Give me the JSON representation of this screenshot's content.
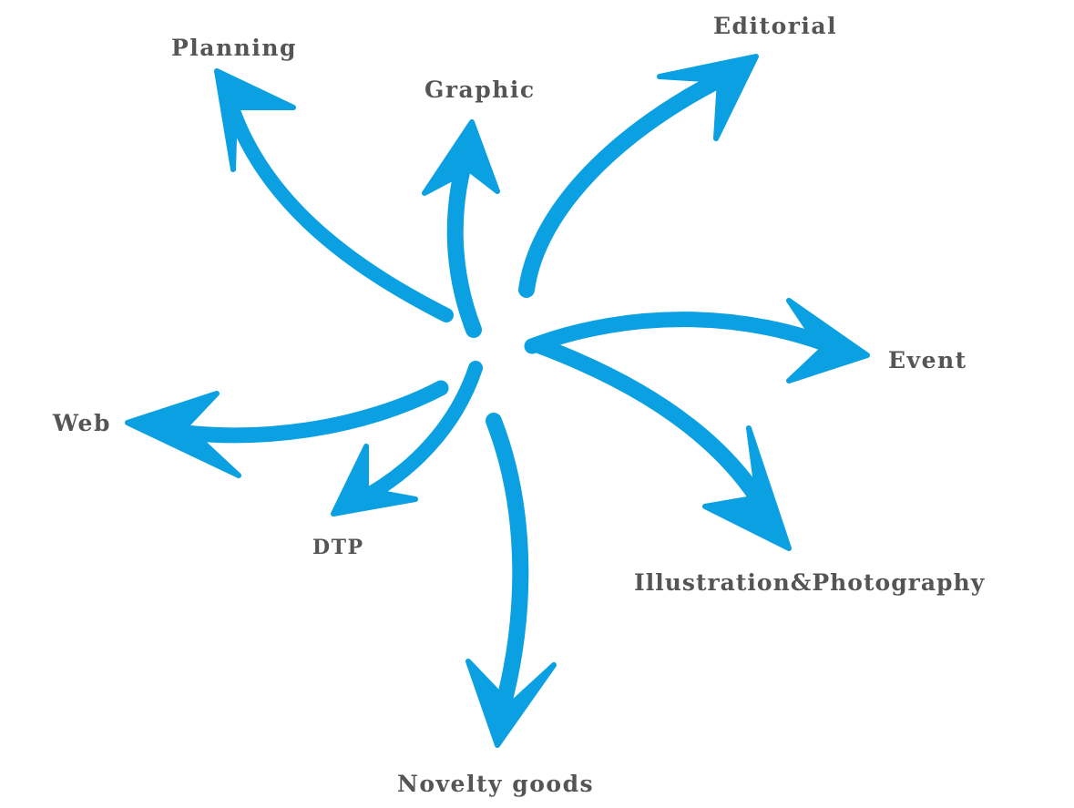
{
  "diagram": {
    "accent_color": "#0aa0e2",
    "text_color": "#555555",
    "labels": {
      "planning": "Planning",
      "graphic": "Graphic",
      "editorial": "Editorial",
      "event": "Event",
      "illustration": "Illustration&Photography",
      "novelty": "Novelty goods",
      "dtp": "DTP",
      "web": "Web"
    }
  }
}
